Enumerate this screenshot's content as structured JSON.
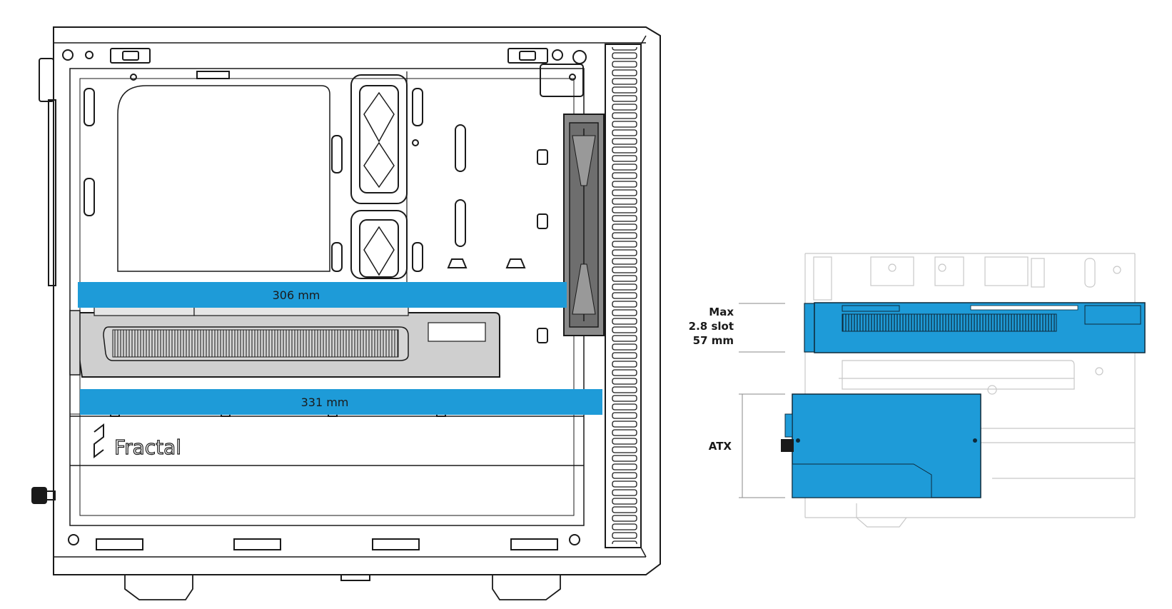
{
  "colors": {
    "accent": "#1e9bd8",
    "line": "#1a1a1a",
    "faint": "#c8c8c8",
    "gpu": "#cfcfcf"
  },
  "main_view": {
    "brand": "Fractal",
    "dim_gpu_with_fan": "306 mm",
    "dim_gpu_max": "331 mm"
  },
  "side_view": {
    "gpu_label": [
      "Max",
      "2.8 slot",
      "57 mm"
    ],
    "psu_label": "ATX"
  },
  "icons": [
    "fractal-logo-icon",
    "thumbscrew-icon",
    "front-fan-icon"
  ]
}
